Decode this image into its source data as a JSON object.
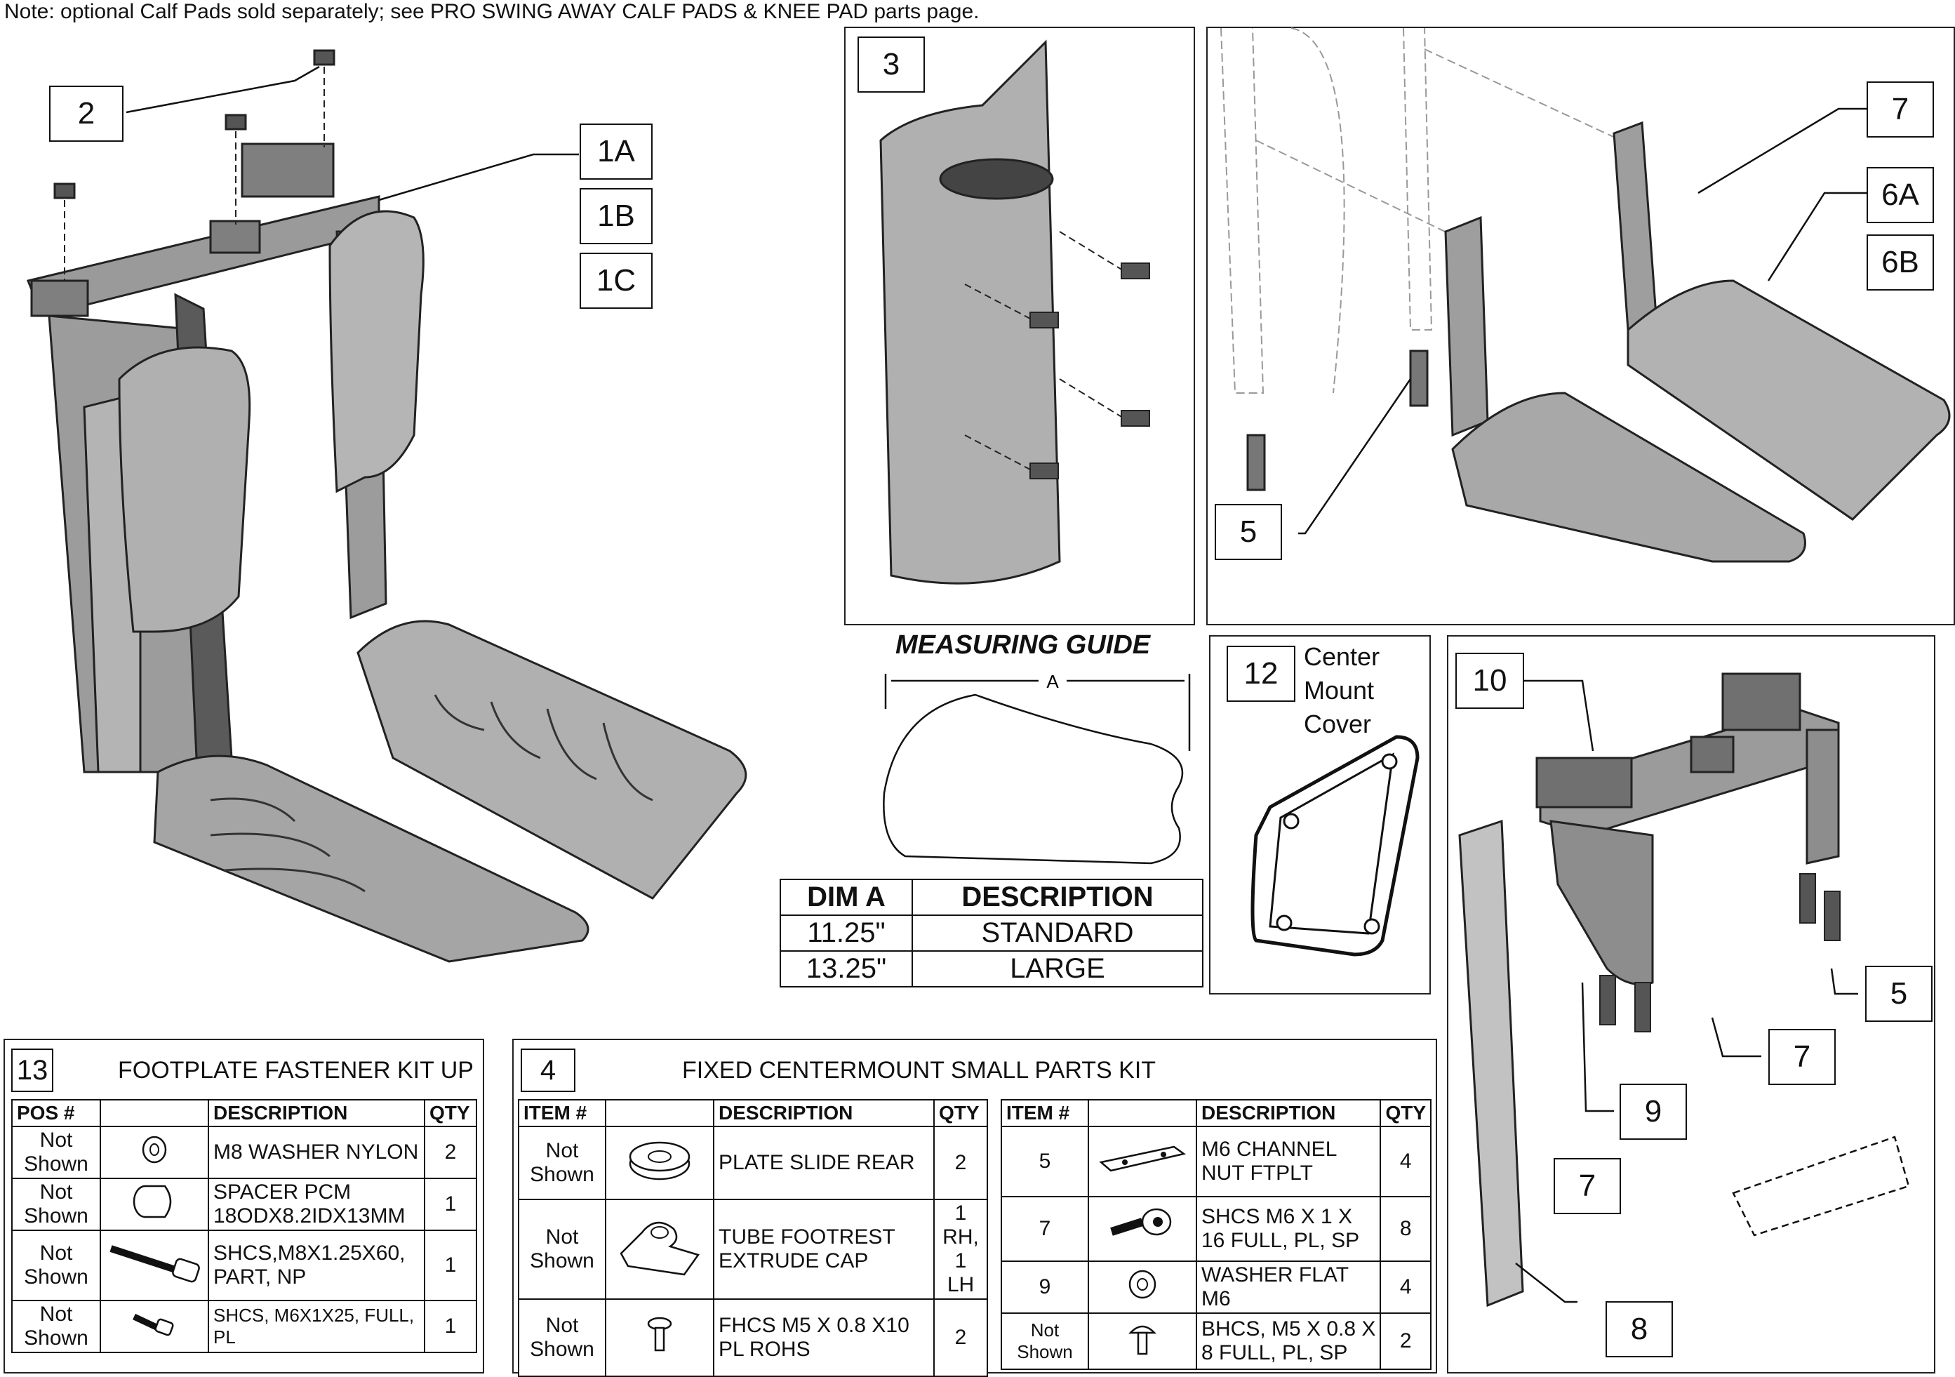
{
  "note": "Note: optional Calf Pads sold separately; see PRO SWING AWAY CALF PADS & KNEE PAD parts page.",
  "callouts": {
    "c2": "2",
    "c1a": "1A",
    "c1b": "1B",
    "c1c": "1C",
    "c3": "3",
    "c7_top": "7",
    "c6a": "6A",
    "c6b": "6B",
    "c5_top": "5",
    "c12": "12",
    "c10": "10",
    "c5_right": "5",
    "c7_mid": "7",
    "c9": "9",
    "c7_bottom": "7",
    "c8": "8"
  },
  "center_mount_cover": {
    "line1": "Center",
    "line2": "Mount",
    "line3": "Cover"
  },
  "measuring_guide": {
    "title": "MEASURING GUIDE",
    "dim_label": "A",
    "headers": [
      "DIM A",
      "DESCRIPTION"
    ],
    "rows": [
      {
        "dim": "11.25\"",
        "desc": "STANDARD"
      },
      {
        "dim": "13.25\"",
        "desc": "LARGE"
      }
    ]
  },
  "kit13": {
    "number": "13",
    "title": "FOOTPLATE FASTENER KIT UP",
    "headers": [
      "POS #",
      "",
      "DESCRIPTION",
      "QTY"
    ],
    "rows": [
      {
        "pos": "Not Shown",
        "icon": "washer-icon",
        "desc": "M8 WASHER NYLON",
        "qty": "2"
      },
      {
        "pos": "Not Shown",
        "icon": "spacer-icon",
        "desc": "SPACER PCM 18ODX8.2IDX13MM",
        "qty": "1"
      },
      {
        "pos": "Not Shown",
        "icon": "long-screw-icon",
        "desc": "SHCS,M8X1.25X60, PART, NP",
        "qty": "1"
      },
      {
        "pos": "Not Shown",
        "icon": "screw-icon",
        "desc": "SHCS, M6X1X25, FULL, PL",
        "qty": "1"
      }
    ]
  },
  "kit4": {
    "number": "4",
    "title": "FIXED CENTERMOUNT SMALL PARTS KIT",
    "headers": [
      "ITEM #",
      "",
      "DESCRIPTION",
      "QTY"
    ],
    "left_rows": [
      {
        "item": "Not Shown",
        "icon": "plate-slide-icon",
        "desc": "PLATE SLIDE REAR",
        "qty": "2"
      },
      {
        "item": "Not Shown",
        "icon": "tube-cap-icon",
        "desc": "TUBE FOOTREST EXTRUDE CAP",
        "qty": "1 RH, 1 LH"
      },
      {
        "item": "Not Shown",
        "icon": "flat-head-screw-icon",
        "desc": "FHCS M5 X 0.8 X10 PL ROHS",
        "qty": "2"
      }
    ],
    "right_rows": [
      {
        "item": "5",
        "icon": "channel-nut-icon",
        "desc": "M6 CHANNEL NUT FTPLT",
        "qty": "4"
      },
      {
        "item": "7",
        "icon": "socket-screw-icon",
        "desc": "SHCS M6 X 1 X 16 FULL, PL, SP",
        "qty": "8"
      },
      {
        "item": "9",
        "icon": "flat-washer-icon",
        "desc": "WASHER FLAT M6",
        "qty": "4"
      },
      {
        "item": "Not Shown",
        "icon": "button-head-screw-icon",
        "desc": "BHCS, M5 X 0.8 X 8 FULL, PL, SP",
        "qty": "2"
      }
    ]
  },
  "colors": {
    "part_fill": "#a9a9a9",
    "part_dark": "#6f6f6f",
    "part_light": "#c8c8c8",
    "line": "#111111"
  }
}
